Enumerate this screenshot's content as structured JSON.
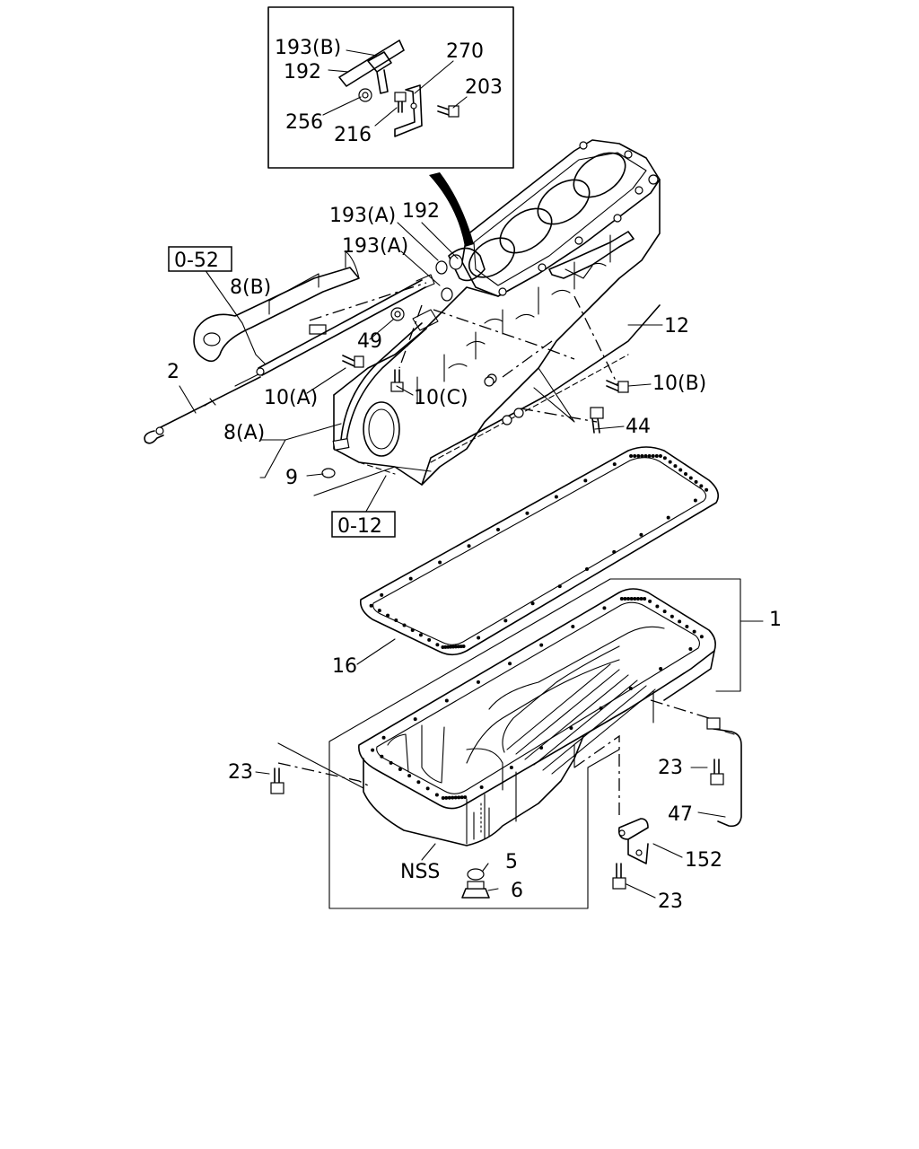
{
  "callouts": {
    "c193B_inset": "193(B)",
    "c192_inset": "192",
    "c270": "270",
    "c203": "203",
    "c256": "256",
    "c216": "216",
    "c193A_1": "193(A)",
    "c192": "192",
    "c193A_2": "193(A)",
    "c8B": "8(B)",
    "c49": "49",
    "c12": "12",
    "c2": "2",
    "c10A": "10(A)",
    "c10B": "10(B)",
    "c10C": "10(C)",
    "c44": "44",
    "c8A": "8(A)",
    "c9": "9",
    "c1": "1",
    "c16": "16",
    "c23_left": "23",
    "c23_right": "23",
    "c47": "47",
    "c152": "152",
    "c5": "5",
    "c6": "6",
    "cNSS": "NSS",
    "c23_bottom": "23"
  },
  "refs": {
    "r052": "0-52",
    "r012": "0-12"
  }
}
